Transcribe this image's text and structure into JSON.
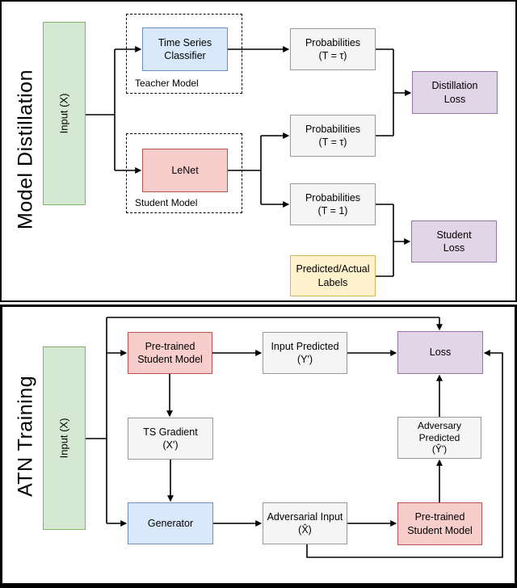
{
  "top": {
    "title": "Model Distillation",
    "input_label": "Input (X)",
    "teacher_group_label": "Teacher Model",
    "teacher_label": "Time Series\nClassifier",
    "student_group_label": "Student Model",
    "student_label": "LeNet",
    "prob_tau_teacher": "Probabilities\n(T = τ)",
    "prob_tau_student": "Probabilities\n(T = τ)",
    "prob_t1": "Probabilities\n(T = 1)",
    "predicted_actual_labels": "Predicted/Actual\nLabels",
    "distillation_loss": "Distillation\nLoss",
    "student_loss": "Student\nLoss"
  },
  "bottom": {
    "title": "ATN Training",
    "input_label": "Input (X)",
    "pretrained_student_1": "Pre-trained\nStudent Model",
    "input_predicted": "Input Predicted\n(Y')",
    "loss": "Loss",
    "ts_gradient": "TS Gradient\n(X')",
    "adversary_predicted": "Adversary\nPredicted\n(Ŷ')",
    "generator": "Generator",
    "adversarial_input": "Adversarial Input\n(X̂)",
    "pretrained_student_2": "Pre-trained\nStudent Model"
  },
  "colors": {
    "green_fill": "#d5e8d4",
    "green_border": "#82b366",
    "blue_fill": "#dae8fc",
    "blue_border": "#6c8ebf",
    "red_fill": "#f8cecc",
    "red_border": "#b85450",
    "purple_fill": "#e1d5e7",
    "purple_border": "#9673a6",
    "yellow_fill": "#fff2cc",
    "yellow_border": "#d6b656",
    "gray_fill": "#f5f5f5",
    "gray_border": "#999999",
    "line": "#000000"
  }
}
